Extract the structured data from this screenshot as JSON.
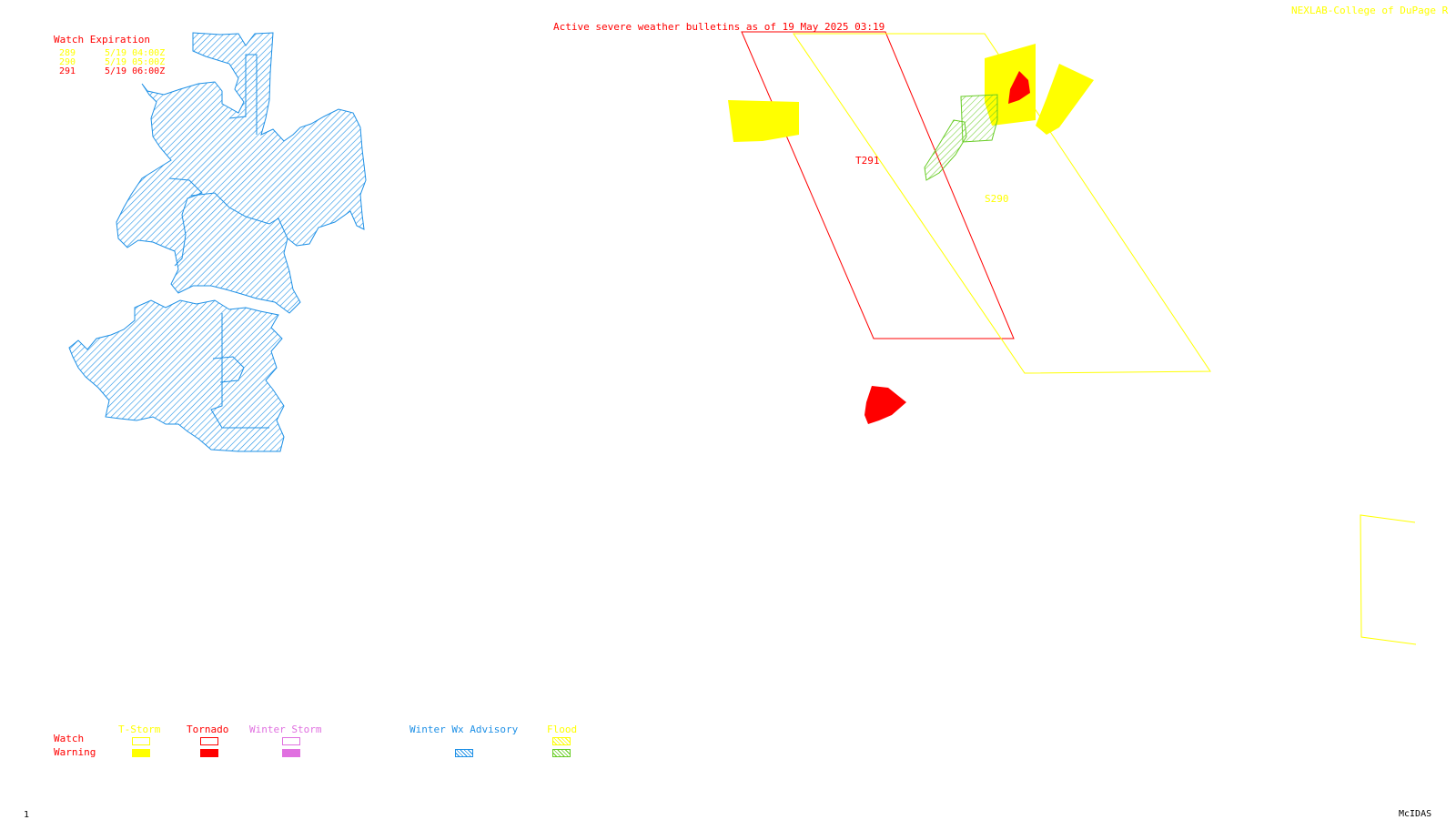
{
  "colors": {
    "tstorm": "#ffff00",
    "tornado": "#ff0000",
    "winter_storm": "#e070e0",
    "winter_advisory": "#1e90e6",
    "flood": "#66cc22",
    "title": "#ff0000",
    "credit": "#ffff00"
  },
  "header": {
    "title": "Active severe weather bulletins as of 19 May 2025 03:19",
    "credit": "NEXLAB-College of DuPage R"
  },
  "watch_expiration": {
    "heading": "Watch Expiration",
    "rows": [
      {
        "id": "289",
        "time": "5/19 04:00Z",
        "type": "tstorm"
      },
      {
        "id": "290",
        "time": "5/19 05:00Z",
        "type": "tstorm"
      },
      {
        "id": "291",
        "time": "5/19 06:00Z",
        "type": "tornado"
      }
    ]
  },
  "map_labels": {
    "watch_291": "T291",
    "watch_290": "S290"
  },
  "legend": {
    "row_watch": "Watch",
    "row_warning": "Warning",
    "tstorm": "T-Storm",
    "tornado": "Tornado",
    "winter_storm": "Winter Storm",
    "winter_advisory": "Winter Wx Advisory",
    "flood": "Flood"
  },
  "footer": {
    "frame_number": "1",
    "software": "McIDAS"
  }
}
